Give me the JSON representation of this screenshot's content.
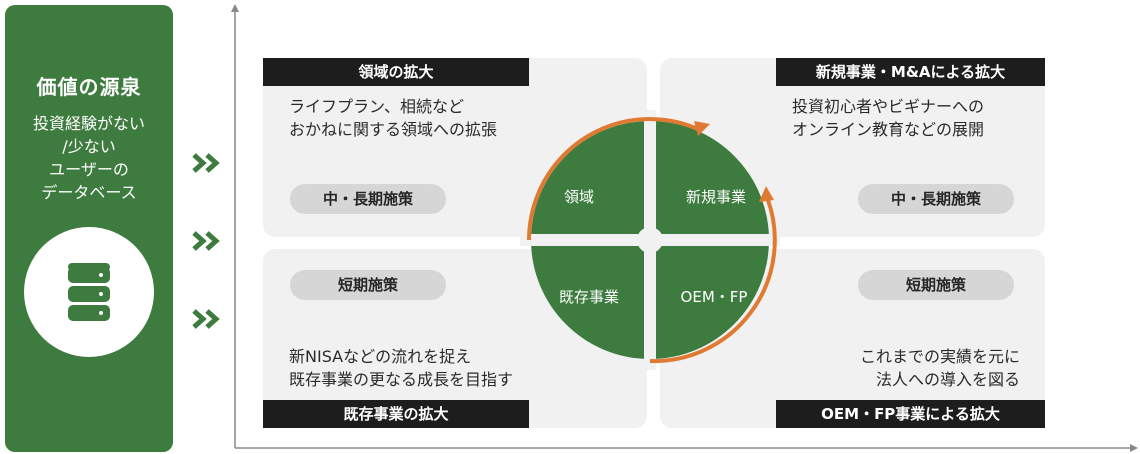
{
  "source": {
    "title": "価値の源泉",
    "description_lines": [
      "投資経験がない",
      "/少ない",
      "ユーザーの",
      "データベース"
    ],
    "icon": "database-icon"
  },
  "colors": {
    "green": "#3d7b3f",
    "orange": "#e07a33",
    "dark": "#1d1d1d",
    "panel": "#f1f1f2",
    "pill": "#d6d6d6"
  },
  "quadrants": {
    "top_left": {
      "label": "領域の拡大",
      "description_lines": [
        "ライフプラン、相続など",
        "おかねに関する領域への拡張"
      ],
      "term": "中・長期施策",
      "segment": "領域"
    },
    "top_right": {
      "label": "新規事業・M&Aによる拡大",
      "description_lines": [
        "投資初心者やビギナーへの",
        "オンライン教育などの展開"
      ],
      "term": "中・長期施策",
      "segment": "新規事業"
    },
    "bottom_left": {
      "label": "既存事業の拡大",
      "description_lines": [
        "新NISAなどの流れを捉え",
        "既存事業の更なる成長を目指す"
      ],
      "term": "短期施策",
      "segment": "既存事業"
    },
    "bottom_right": {
      "label": "OEM・FP事業による拡大",
      "description_lines": [
        "これまでの実績を元に",
        "法人への導入を図る"
      ],
      "term": "短期施策",
      "segment": "OEM・FP"
    }
  }
}
